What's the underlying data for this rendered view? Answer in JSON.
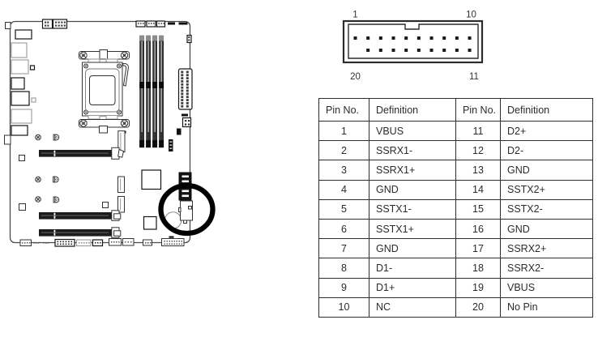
{
  "header_diagram": {
    "pin_labels": {
      "top_left": "1",
      "top_right": "10",
      "bottom_left": "20",
      "bottom_right": "11"
    },
    "pins": {
      "top_count": 10,
      "bottom_count": 9
    }
  },
  "pin_table": {
    "columns": [
      "Pin No.",
      "Definition",
      "Pin No.",
      "Definition"
    ],
    "rows": [
      [
        "1",
        "VBUS",
        "11",
        "D2+"
      ],
      [
        "2",
        "SSRX1-",
        "12",
        "D2-"
      ],
      [
        "3",
        "SSRX1+",
        "13",
        "GND"
      ],
      [
        "4",
        "GND",
        "14",
        "SSTX2+"
      ],
      [
        "5",
        "SSTX1-",
        "15",
        "SSTX2-"
      ],
      [
        "6",
        "SSTX1+",
        "16",
        "GND"
      ],
      [
        "7",
        "GND",
        "17",
        "SSRX2+"
      ],
      [
        "8",
        "D1-",
        "18",
        "SSRX2-"
      ],
      [
        "9",
        "D1+",
        "19",
        "VBUS"
      ],
      [
        "10",
        "NC",
        "20",
        "No Pin"
      ]
    ]
  },
  "colors": {
    "line": "#333333",
    "highlight_circle": "#000000",
    "text": "#2b2b2b",
    "table_border": "#2e2e2e"
  }
}
